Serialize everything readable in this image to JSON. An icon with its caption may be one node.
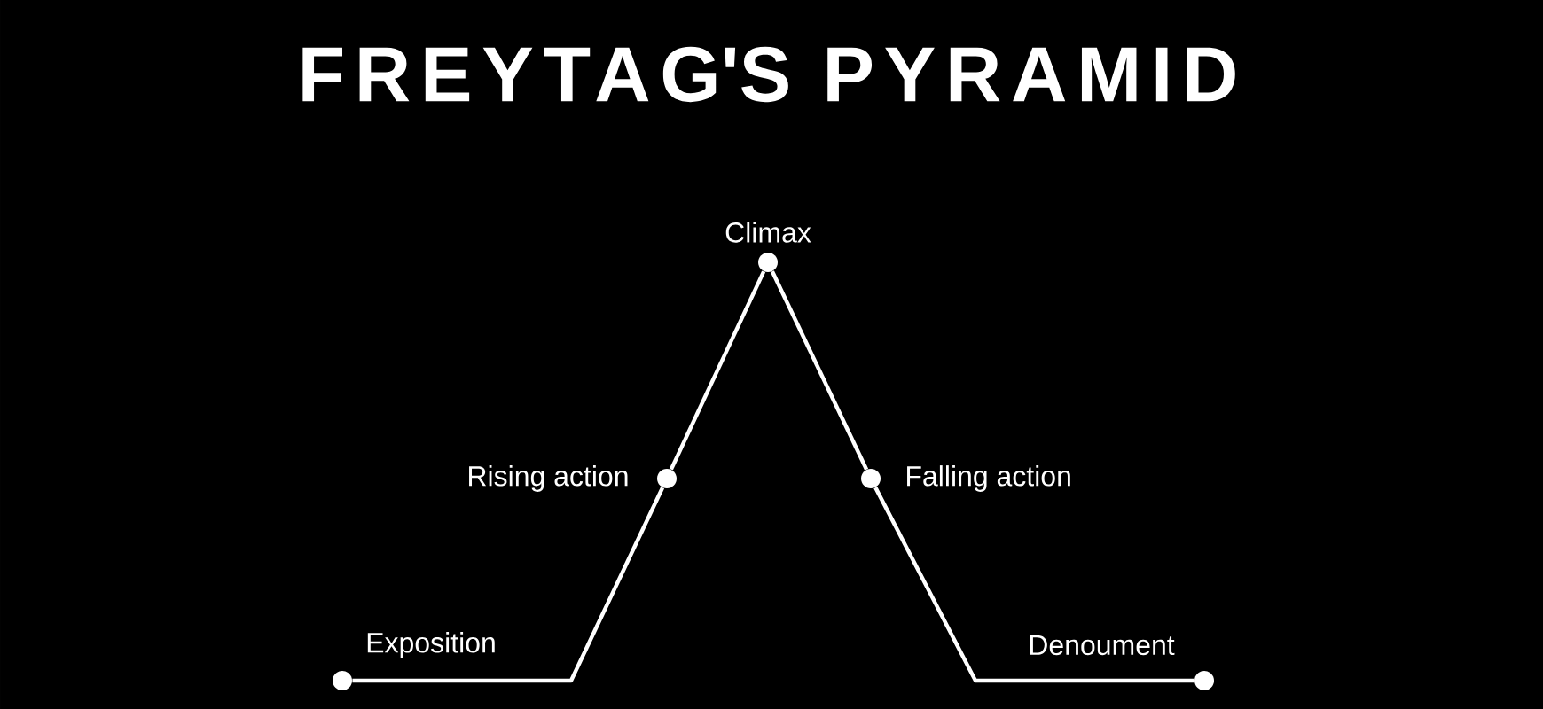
{
  "diagram": {
    "title": "FREYTAG'S PYRAMID",
    "nodes": [
      {
        "text": [
          "Exposition"
        ]
      },
      {
        "text": [
          "Rising action"
        ]
      },
      {
        "text": [
          "Climax"
        ]
      },
      {
        "text": [
          "Falling action"
        ]
      },
      {
        "text": [
          "Denoument"
        ]
      }
    ],
    "edges": [
      {
        "from": 0,
        "to": 1,
        "arrow": "none"
      },
      {
        "from": 1,
        "to": 2,
        "arrow": "none"
      },
      {
        "from": 2,
        "to": 3,
        "arrow": "none"
      },
      {
        "from": 3,
        "to": 4,
        "arrow": "none"
      }
    ]
  }
}
